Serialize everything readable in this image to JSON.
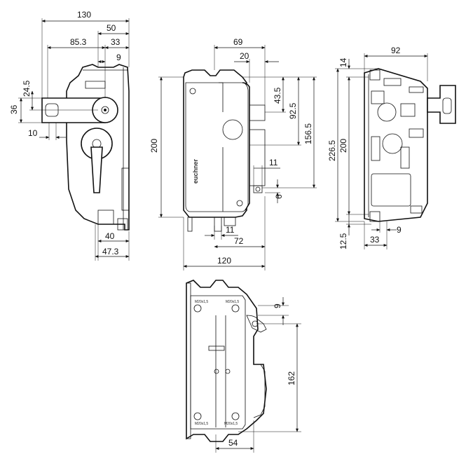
{
  "drawing": {
    "brand": "euchner",
    "dimensions": {
      "left_view": {
        "w130": "130",
        "w50": "50",
        "w85_3": "85.3",
        "w33": "33",
        "w9": "9",
        "h24_5": "24.5",
        "h36": "36",
        "w10": "10",
        "w40": "40",
        "w47_3": "47.3"
      },
      "front_view": {
        "w69": "69",
        "w20": "20",
        "h43_5": "43.5",
        "h92_5": "92.5",
        "h156_5": "156.5",
        "h200": "200",
        "w11_top": "11",
        "h6": "6",
        "w11_bottom": "11",
        "w72": "72",
        "w120": "120"
      },
      "right_view": {
        "w92": "92",
        "h14": "14",
        "h226_5": "226.5",
        "h200": "200",
        "h12_5": "12.5",
        "w33": "33",
        "w9": "9"
      },
      "bottom_view": {
        "w9": "9",
        "h162": "162",
        "w54": "54"
      }
    },
    "labels": {
      "thread_top_left": "M20x1,5",
      "thread_top_right": "M20x1,5",
      "thread_bottom_left": "M20x1,5",
      "thread_bottom_right": "M20x1,5"
    }
  }
}
